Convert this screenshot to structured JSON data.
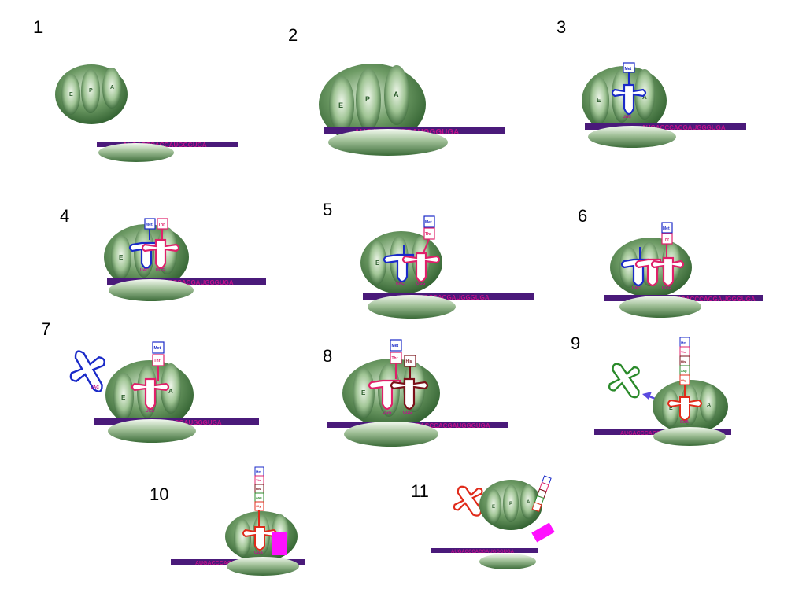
{
  "steps": [
    {
      "number": "1",
      "mrna": "AUGACCCACGAUGGGUGA"
    },
    {
      "number": "2",
      "mrna": "AUGACCCACGAUGGGUGA"
    },
    {
      "number": "3",
      "mrna": "AUGACCCACGAUGGGUGA"
    },
    {
      "number": "4",
      "mrna": "AUGACCCACGAUGGGUGA"
    },
    {
      "number": "5",
      "mrna": "AUGACCCACGAUGGGUGA"
    },
    {
      "number": "6",
      "mrna": "AUGACCCACGAUGGGUGA"
    },
    {
      "number": "7",
      "mrna": "AUGACCCACGAUGGGUGA"
    },
    {
      "number": "8",
      "mrna": "AUGACCCACGAUGGGUGA"
    },
    {
      "number": "9",
      "mrna": "AUGACCCACGAUGGGUGA"
    },
    {
      "number": "10",
      "mrna": "AUGACCCACGAUGGGUGA"
    },
    {
      "number": "11",
      "mrna": "AUGACCCACGAUGGGUGA"
    }
  ],
  "site_labels": {
    "e": "E",
    "p": "P",
    "a": "A"
  },
  "amino_acids": {
    "met": "Met",
    "thr": "Thr",
    "his": "His",
    "asp": "Asp",
    "gly": "Gly"
  },
  "anticodons": {
    "t1": "UAC",
    "t2": "UGG",
    "t3": "GUG",
    "t4": "CUA"
  },
  "colors": {
    "ribosome_dark": "#2e5e2e",
    "ribosome_light": "#e8f2e4",
    "mrna_bar": "#4a1a7a",
    "mrna_text": "#c0108a",
    "trna_blue": "#1a2ac8",
    "trna_pink": "#e0206a",
    "trna_maroon": "#7a1018",
    "trna_green": "#2a8a2a",
    "trna_red": "#e02a1a",
    "polypeptide": "#ff10ff",
    "arrow": "#5a4ae0"
  }
}
